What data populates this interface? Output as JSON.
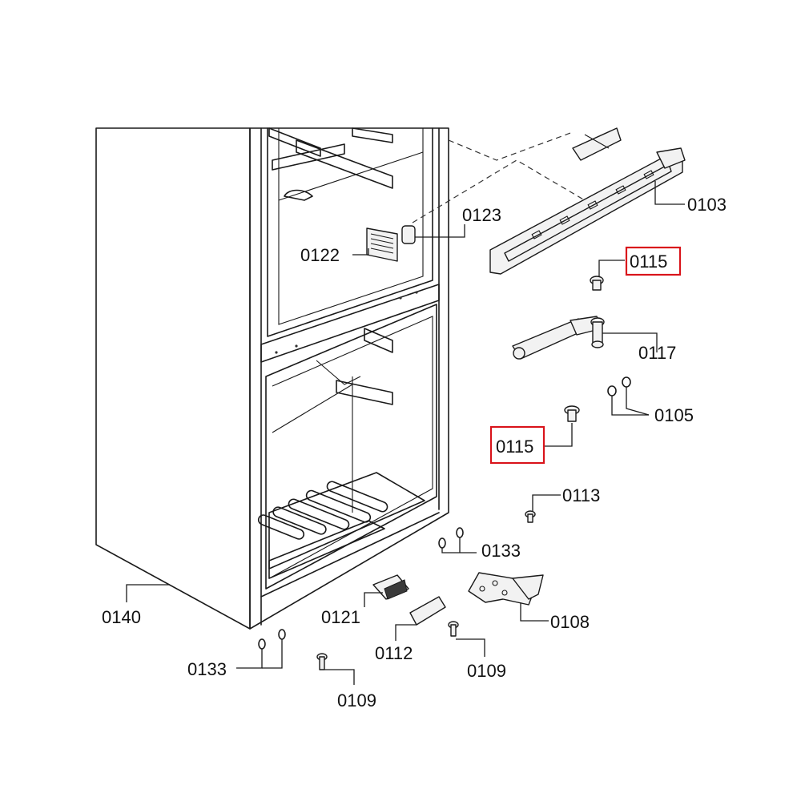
{
  "highlight_color": "#d9141b",
  "labels": {
    "l0103": "0103",
    "l0115a": "0115",
    "l0117": "0117",
    "l0105": "0105",
    "l0115b": "0115",
    "l0113": "0113",
    "l0133a": "0133",
    "l0108": "0108",
    "l0109a": "0109",
    "l0112": "0112",
    "l0121": "0121",
    "l0140": "0140",
    "l0133b": "0133",
    "l0109b": "0109",
    "l0122": "0122",
    "l0123": "0123"
  }
}
